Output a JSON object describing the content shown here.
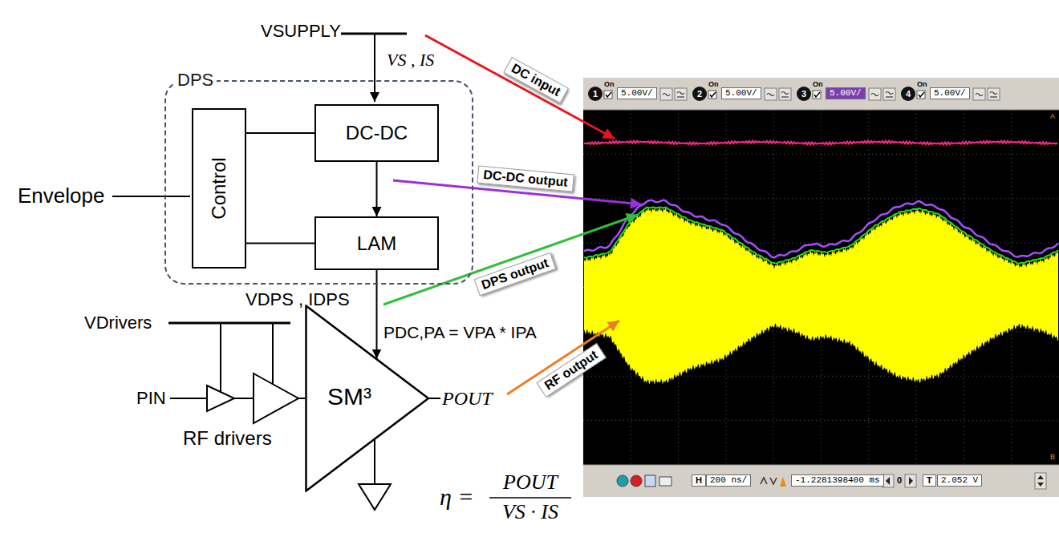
{
  "diagram": {
    "nodes": [
      {
        "text": [
          "DPS"
        ]
      },
      {
        "text": [
          "Control"
        ],
        "in": 0
      },
      {
        "text": [
          "DC-DC"
        ],
        "in": 0
      },
      {
        "text": [
          "LAM"
        ],
        "in": 0
      },
      {
        "text": [
          "SM³"
        ]
      }
    ],
    "edges": [
      {
        "from": 1,
        "to": 2,
        "arrow": "none"
      },
      {
        "from": 1,
        "to": 3,
        "arrow": "none"
      },
      {
        "from": 2,
        "to": 3,
        "arrow": "to"
      },
      {
        "from": 3,
        "to": 4,
        "arrow": "to"
      }
    ],
    "labels": [
      "VSUPPLY",
      "VS , IS",
      "Envelope",
      "VDPS , IDPS",
      "PDC,PA = VPA * IPA",
      "VDrivers",
      "PIN",
      "RF drivers",
      "POUT",
      "η =",
      "POUT",
      "VS · IS",
      "DC input",
      "DC-DC output",
      "DPS output",
      "RF output",
      "1",
      "On",
      "5.00V/",
      "2",
      "On",
      "5.00V/",
      "3",
      "On",
      "5.00V/",
      "4",
      "On",
      "5.00V/",
      "A",
      "B",
      "H",
      "200 ns/",
      "-1.2281398400 ms",
      "0",
      "T",
      "2.052 V"
    ]
  }
}
